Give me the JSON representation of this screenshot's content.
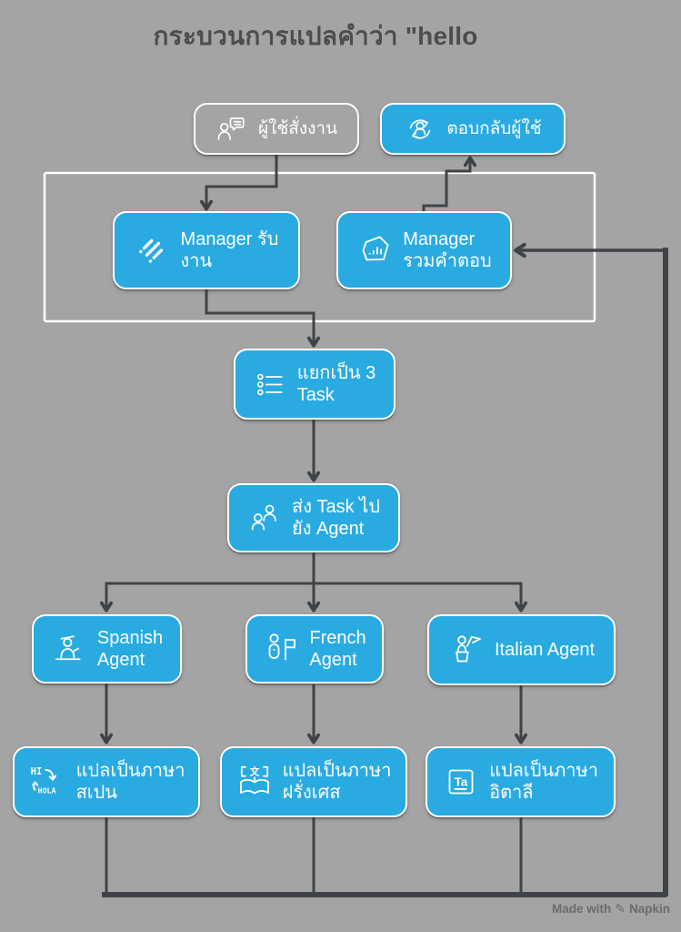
{
  "title": "กระบวนการแปลคำว่า \"hello",
  "colors": {
    "background": "#a4a4a4",
    "node_fill": "#29abe2",
    "node_border": "#ffffff",
    "node_text": "#ffffff",
    "connector": "#3f4347",
    "group_border": "#ffffff",
    "title_text": "#4d4d4d",
    "watermark_text": "#6b6b6b"
  },
  "nodes": {
    "user_command": {
      "label": "ผู้ใช้สั่งงาน",
      "icon": "person-chat-icon"
    },
    "reply_user": {
      "label": "ตอบกลับผู้ใช้",
      "icon": "person-refresh-icon"
    },
    "manager_receive": {
      "label": [
        "Manager รับ",
        "งาน"
      ],
      "icon": "tilted-list-icon"
    },
    "manager_combine": {
      "label": [
        "Manager",
        "รวมคำตอบ"
      ],
      "icon": "pentagon-chart-icon"
    },
    "split_tasks": {
      "label": [
        "แยกเป็น 3",
        "Task"
      ],
      "icon": "task-list-icon"
    },
    "send_tasks": {
      "label": [
        "ส่ง Task ไป",
        "ยัง Agent"
      ],
      "icon": "two-people-icon"
    },
    "spanish_agent": {
      "label": [
        "Spanish",
        "Agent"
      ],
      "icon": "matador-icon"
    },
    "french_agent": {
      "label": [
        "French",
        "Agent"
      ],
      "icon": "person-flag-icon"
    },
    "italian_agent": {
      "label": "Italian Agent",
      "icon": "podium-flag-icon"
    },
    "translate_spanish": {
      "label": [
        "แปลเป็นภาษา",
        "สเปน"
      ],
      "icon": "hi-hola-icon"
    },
    "translate_french": {
      "label": [
        "แปลเป็นภาษา",
        "ฝรั่งเศส"
      ],
      "icon": "book-translate-icon"
    },
    "translate_italian": {
      "label": [
        "แปลเป็นภาษา",
        "อิตาลี"
      ],
      "icon": "ta-translate-icon"
    }
  },
  "watermark": {
    "prefix": "Made with",
    "brand": "Napkin",
    "icon": "napkin-pen-icon"
  }
}
